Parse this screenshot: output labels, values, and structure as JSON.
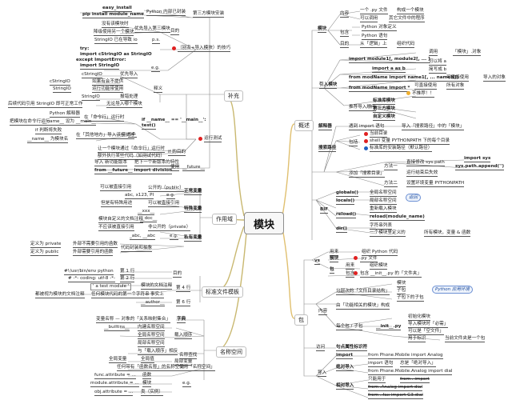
{
  "center": "模块",
  "colors": {
    "branch_left": "#c9b870",
    "branch_right": "#e0c070",
    "line": "#8c8c8c",
    "highlight": "#dfe8f7",
    "star": "#e02020",
    "note": "#2060c0"
  },
  "topics": {
    "buchong": "补充",
    "zuoyongyu": "作用域",
    "moban": "标准文件模板",
    "mingmingkongjian": "名称空间",
    "gaishu": "概述",
    "bao": "包"
  },
  "icons": {
    "star": "star-icon",
    "warn": "warning-icon",
    "info": "info-icon",
    "pkg": "package-icon"
  },
  "t": {
    "easy_install": "easy_install",
    "pip": "pip install module_name",
    "third_install": "第三方模块安装",
    "py_builtin": "Python 内部已封装",
    "no_module": "没有该模块时",
    "fallback": "降级使用另一个模块",
    "prefer": "优先导入第三模块",
    "mudi": "目的",
    "strio_lib": "StringIO 已在导致 io",
    "ps": "p.s.",
    "try": "try:",
    "try1": "import cStringIO as StringIO",
    "try2": "except ImportError:",
    "try3": "import StringIO",
    "eg": "e.g.",
    "alias": "（别名+导入模块）的技巧",
    "cs1": "cStringIO",
    "cs1v": "优先导入",
    "cs2": "cStringIO",
    "cs2v": "如果有会不提供",
    "cs3": "StringIO",
    "cs3v": "运行功能带使用",
    "shiyi": "释义",
    "cs4": "StringIO",
    "cs4v": "报错处理",
    "cs5": "后续代码引用 StringIO 即可正常工作",
    "cs6": "无论导入哪个模块",
    "py_interp": "Python 解释器",
    "cmd_run": "在「命令行」运行时",
    "name_eq": "__name__ 设为 __main__",
    "cond": "if __name__ == '__main__':",
    "test": "test()",
    "other_place": "把模块在命令行运行",
    "if_judge": "if 判断将失败",
    "else_import": "在「其他地方」导入该模块时",
    "name_mod": "__name__ 为模块名",
    "run_test": "运行测试",
    "let_mod": "让一个模块通过「命令行」运行时",
    "extra": "额外执行某些代码（如测试代码）",
    "if_mudi": "if 的目的",
    "future_new": "导入 新功能版本",
    "future_old": "把下一个新版本的特性",
    "from_future": "from __future__ import division",
    "use": "使用",
    "future": "__future__",
    "direct_use": "可以被直接引用",
    "public": "公开的（public）",
    "abc": "abc, x123, PI",
    "eg2": "e.g.",
    "normal_var": "正常变量",
    "special_use": "但是有特殊用途",
    "can_ref": "可以被直接引用",
    "xxx": "__xxx__",
    "special_var": "特殊变量",
    "doc": "__doc__",
    "doc_comment": "模块自定义的文档注释",
    "no_direct": "不应该被直接引用",
    "private": "非公开的（private）",
    "private_ab": "_abc, __abc",
    "private_var": "私有变量",
    "def_private": "定义为 private",
    "hide_inner": "外部不需要引用的函数",
    "code_encap": "代码封装和抽象",
    "def_public": "定义为 public",
    "need_ref": "外部需要引用的函数",
    "shebang": "#!/usr/bin/env python",
    "l1": "第 1 行",
    "coding": "# -*- coding: utf-8 -*-",
    "l2": "第 2 行",
    "ds": "' a test module '",
    "doc_note": "模块的文档注释",
    "l4": "第 4 行",
    "mudi2": "目的",
    "any_str": "任何模块代码的第一个字符串",
    "actual": "事实上",
    "author": "__author__",
    "l6": "第 6 行",
    "author_note": "都被视为模块的文档注释",
    "var_obj": "变量名称 — 对象的「关系映射集合」",
    "dict": "字典",
    "builtins": "__builtins__",
    "builtin_ns": "内建名称空间",
    "global_ns": "全局名称空间",
    "local_ns": "局部名称空间",
    "import_order": "载入顺序",
    "lookup": "名称查找",
    "and_import": "与「载入顺序」相反",
    "global_var": "全局变量",
    "global_val": "全局值",
    "local_var": "局部变量",
    "func_space": "任何带有「函数名称」的名称空间",
    "local_space": "局部名称空间",
    "func_attr": "func.attribute = ...",
    "func": "函数",
    "mod_attr": "module.attribute = ...",
    "module": "模块",
    "obj_attr": "obj.attribute = ...",
    "class_inst": "类（实例）",
    "use_ns": "使用「名称空间」",
    "eg3": "e.g.",
    "content": "内容",
    "one_py": "一个 .py 文件",
    "module_unit": "构成一个模块",
    "import_ref": "可以调用",
    "other_code": "其它文件中的程序",
    "bao_pkg": "包含",
    "py_obj": "Python 对象定义",
    "py_stmt": "Python 语句",
    "mudi3": "目的",
    "logic_org": "从「逻辑」上",
    "org_code": "组织代码",
    "import_mod": "import module1[, module2[, ... ]",
    "call": "调用",
    "mod_obj": "「模块」.对象",
    "import_as": "import a as b",
    "alias_a": "可以将 a",
    "alias_b": "简写成 b",
    "from_import": "from modName import name1[, ... nameN]]",
    "direct_use2": "可直接使用",
    "import_all": "导入的对象",
    "from_star": "from modName import *",
    "can_use": "可直接使用",
    "all_obj": "所有对象",
    "not_rec": "不推荐！！",
    "yinru": "引入模块",
    "rec_order": "推荐导入顺序",
    "std": "标准库模块",
    "third": "第三方模块",
    "custom": "自定义模块",
    "interp": "解释器",
    "import_stmt": "遇到 import 语句",
    "import_module": "导入「搜索路径」中的「模块」",
    "cur_dir": "当前目录",
    "shell": "shell 变量 PYTHONPATH 下的每个目录",
    "unix": "标准库的安装路径（默认路径）",
    "search": "搜索路径",
    "include": "包括",
    "add_path": "添加「搜索目录」",
    "method1": "方法一",
    "direct_mod": "直接修改 sys.path",
    "imp_sys": "import sys",
    "append": "sys.path.append('')",
    "run_fail": "运行结束后失效",
    "method2": "方法二",
    "set_env": "设置环境变量 PYTHONPATH",
    "globals": "globals()",
    "all_global": "全局名称空间",
    "locals": "locals()",
    "local_ns2": "局部名称空间",
    "bif": "BIF",
    "reload": "reload()",
    "reimport": "重新载入模块",
    "reload_mod": "reload(module_name)",
    "dir": "dir()",
    "str_list": "字符串列表",
    "mod_def": "一个模块里定义的",
    "all_names": "所有模块，变量 & 函数",
    "rtn": "返回",
    "vs": "vs",
    "use_purpose": "用来",
    "org_py": "组织 Python 代码",
    "py_file": ".py 文件",
    "pkg_dir": "组织模块",
    "init_file": "包含 __init__.py 的「文件夹」",
    "hier": "分层次的「文件目录结构」",
    "modules": "模块",
    "subpkg": "子包",
    "subpkg_sub": "子包下的子包",
    "python_app": "Python 应用环境",
    "by_init": "由「功能相关的模块」构成",
    "every_pkg": "每个包 / 子包",
    "init": "__init__.py",
    "init_code": "初始化模块",
    "imp_need": "导入模块时「必需」",
    "can_empty": "可以是「空文件」",
    "mark_pkg": "用于标识",
    "cur_dir_pkg": "当前文件夹是一个包",
    "visit": "访问",
    "dot_notation": "句点属性标识符",
    "import2": "import",
    "from_phone": "from Phone.Mobile import Analog",
    "abs_import": "绝对导入",
    "imp_stmt": "import 语句",
    "always_abs": "总是「绝对导入」",
    "from_phone2": "from Phone.Mobile.Analog import dial",
    "rel_import": "相对导入",
    "only": "只能用于",
    "from_dot": "from . import",
    "from_anl": "from .Analog import dial",
    "from_dd": "from ..fax import G3.dial",
    "daoru": "导入",
    "baohan": "包含",
    "mudi4": "目的"
  }
}
